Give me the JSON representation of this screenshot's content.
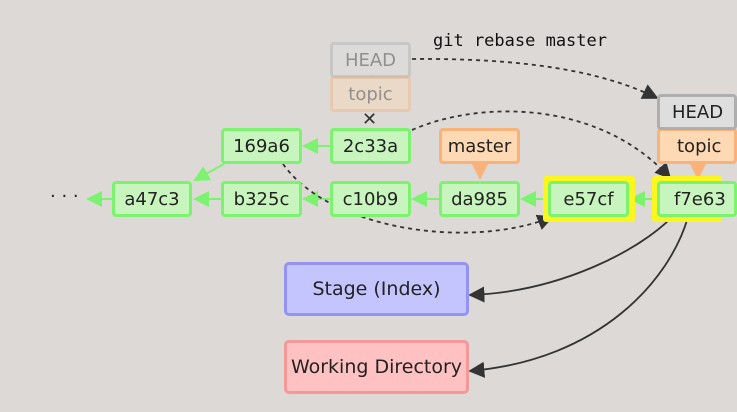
{
  "command": "git rebase master",
  "ellipsis": "· · ·",
  "commits": {
    "a47c3": "a47c3",
    "b325c": "b325c",
    "c10b9": "c10b9",
    "da985": "da985",
    "e57cf": "e57cf",
    "f7e63": "f7e63",
    "x169a6": "169a6",
    "x2c33a": "2c33a"
  },
  "refs": {
    "head_old": "HEAD",
    "topic_old": "topic",
    "master": "master",
    "head_new": "HEAD",
    "topic_new": "topic"
  },
  "detached_mark": "✕",
  "areas": {
    "stage": "Stage (Index)",
    "working": "Working Directory"
  },
  "colors": {
    "background": "#dcd9d6",
    "commit_fill": "#c8f5bd",
    "commit_border": "#7cf36f",
    "branch_fill": "#ffd9b3",
    "branch_border": "#f9b27a",
    "head_fill": "#dedede",
    "head_border": "#aeaeae",
    "highlight": "#fbf61e",
    "stage_fill": "#c4c4ff",
    "working_fill": "#ffc1c1"
  }
}
